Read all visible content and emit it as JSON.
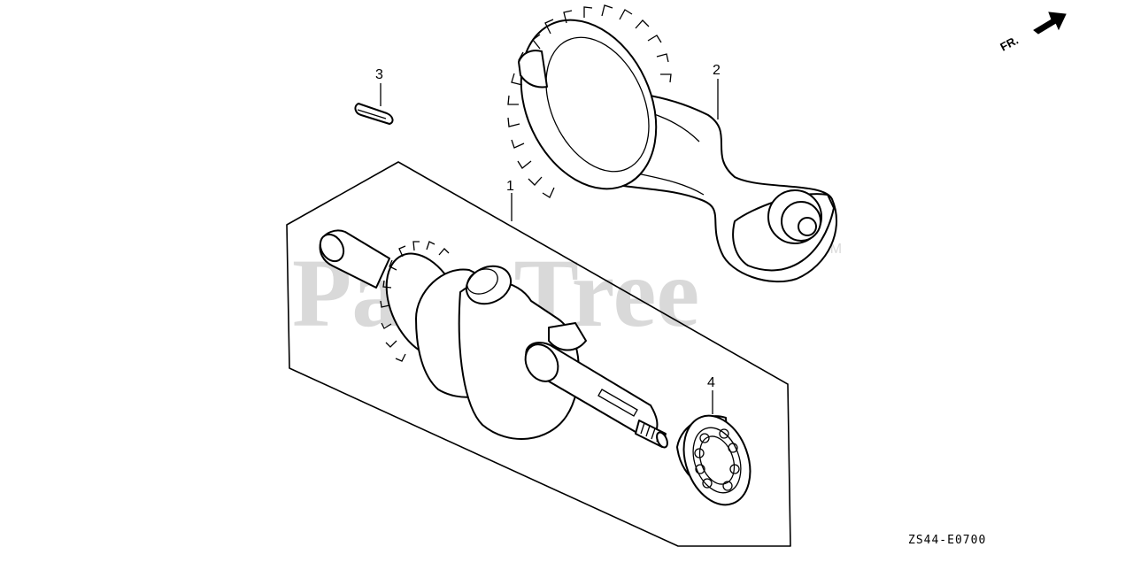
{
  "diagram": {
    "callouts": [
      {
        "id": "1",
        "label": "1"
      },
      {
        "id": "2",
        "label": "2"
      },
      {
        "id": "3",
        "label": "3"
      },
      {
        "id": "4",
        "label": "4"
      }
    ],
    "orientation_label": "FR.",
    "drawing_code": "ZS44-E0700",
    "watermark": {
      "brand": "PartsTree",
      "trademark": "TM"
    },
    "colors": {
      "line": "#000000",
      "background": "#ffffff",
      "watermark": "#d9d9d9"
    }
  }
}
